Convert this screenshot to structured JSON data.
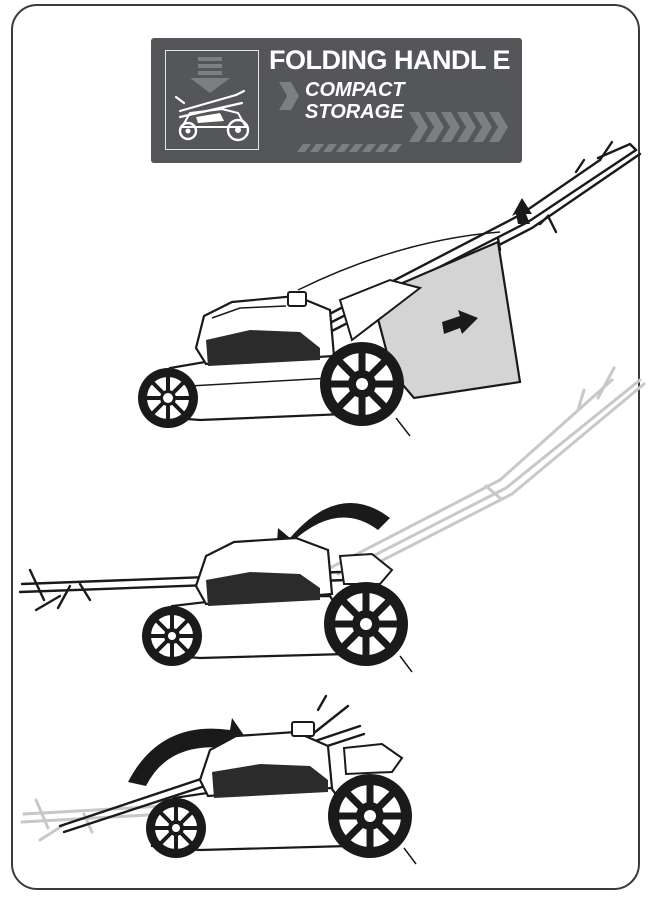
{
  "banner": {
    "title": "FOLDING HANDL E",
    "subtitle_line1": "COMPACT",
    "subtitle_line2": "STORAGE",
    "icon": "folded-mower-icon",
    "background": "#555659"
  },
  "steps": [
    {
      "id": 1,
      "arrow": "handle-up-arrow",
      "shows": "grass-catcher"
    },
    {
      "id": 2,
      "arrow": "fold-forward-arrow"
    },
    {
      "id": 3,
      "arrow": "fold-over-arrow"
    }
  ],
  "colors": {
    "line": "#1a1a1a",
    "ghost_handle": "#c8c8c8",
    "catcher": "#d4d4d4",
    "dark_fill": "#2b2b2b"
  }
}
